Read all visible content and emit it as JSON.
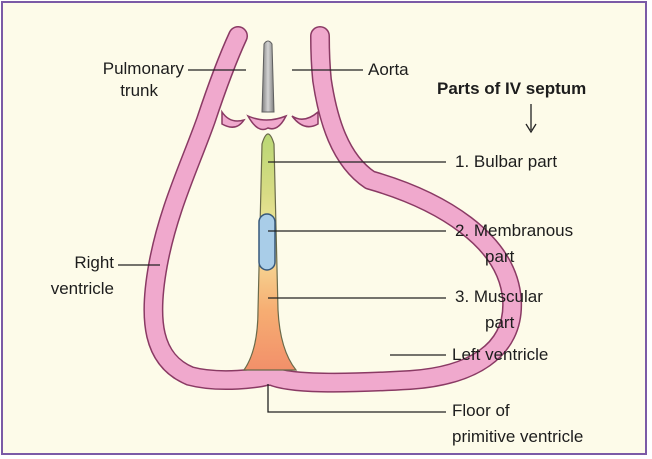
{
  "labels": {
    "pulmonary_trunk": [
      "Pulmonary",
      "trunk"
    ],
    "aorta": "Aorta",
    "heading": "Parts of IV septum",
    "bulbar": "1. Bulbar part",
    "membranous": [
      "2. Membranous",
      "part"
    ],
    "muscular": [
      "3. Muscular",
      "part"
    ],
    "right_ventricle": [
      "Right",
      "ventricle"
    ],
    "left_ventricle": "Left ventricle",
    "floor": [
      "Floor of",
      "primitive ventricle"
    ]
  },
  "colors": {
    "frame_border": "#7b5aa6",
    "background": "#fdfbe9",
    "wall_fill": "#f0a9cd",
    "wall_outline": "#8a3a64",
    "bulbar": "#c8dc7a",
    "membranous": "#a9cde8",
    "muscular": "#f5a06a",
    "truncus_septum": "#9a9a9a"
  }
}
